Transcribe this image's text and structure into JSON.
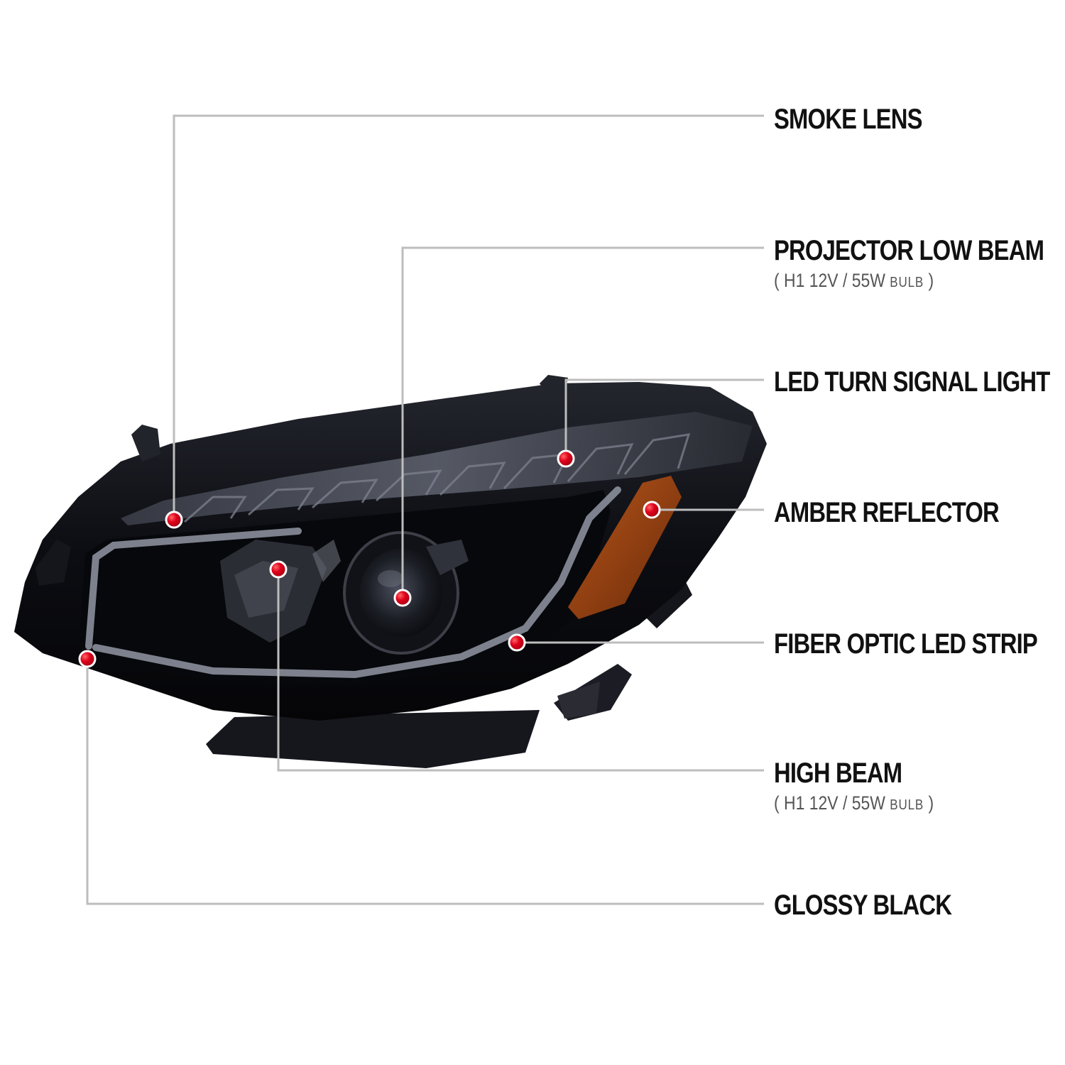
{
  "callouts": [
    {
      "id": "smoke-lens",
      "title": "SMOKE LENS"
    },
    {
      "id": "projector-low-beam",
      "title": "PROJECTOR LOW BEAM",
      "subtitle": {
        "paren_open": "(",
        "bulb": "H1  12V / 55W",
        "unit": "BULB",
        "paren_close": ")"
      }
    },
    {
      "id": "led-turn-signal",
      "title": "LED TURN SIGNAL LIGHT"
    },
    {
      "id": "amber-reflector",
      "title": "AMBER REFLECTOR"
    },
    {
      "id": "fiber-optic-led-strip",
      "title": "FIBER OPTIC LED STRIP"
    },
    {
      "id": "high-beam",
      "title": "HIGH BEAM",
      "subtitle": {
        "paren_open": "(",
        "bulb": "H1  12V / 55W",
        "unit": "BULB",
        "paren_close": ")"
      }
    },
    {
      "id": "glossy-black",
      "title": "GLOSSY BLACK"
    }
  ],
  "colors": {
    "leader_line": "#bdbdbd",
    "marker_red": "#e0001b",
    "housing_black": "#0b0c10",
    "smoke_lens": "#2a2d36",
    "amber": "#8a3a10"
  }
}
